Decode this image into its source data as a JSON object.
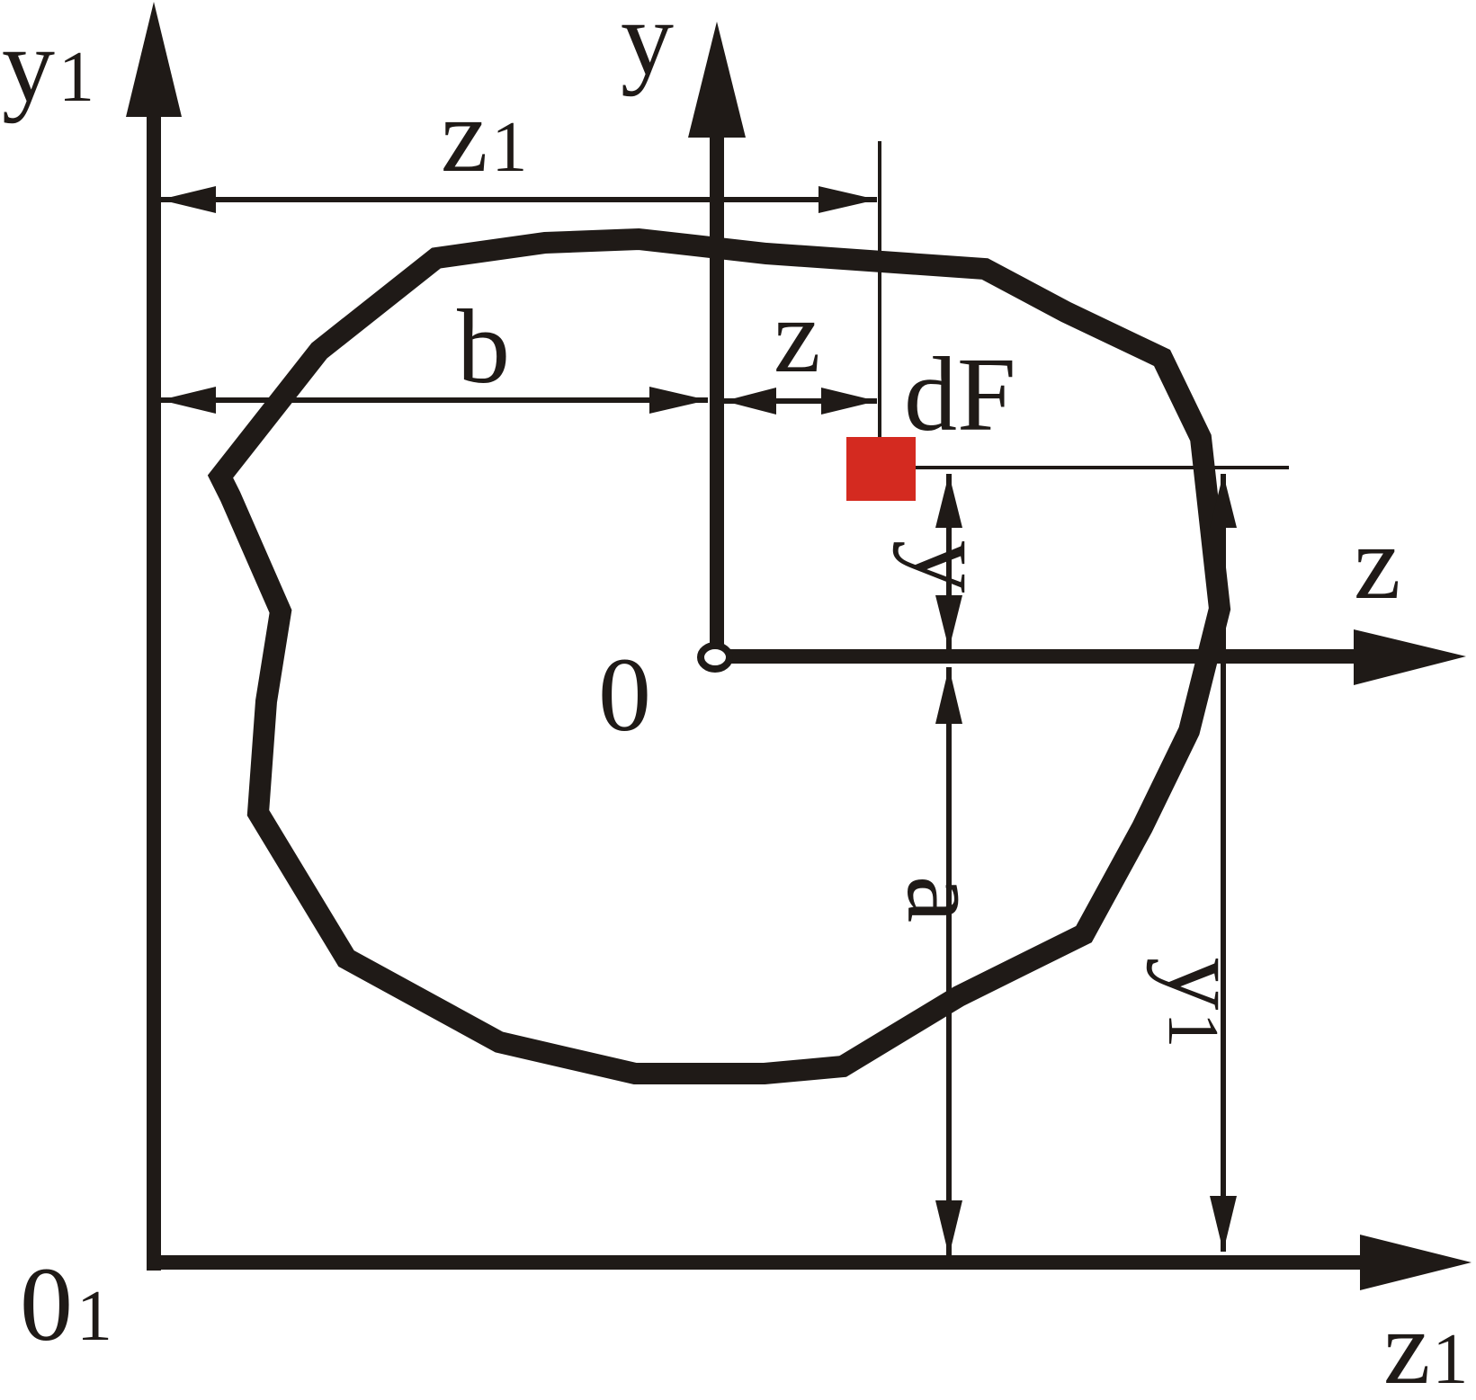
{
  "diagram": {
    "colors": {
      "ink": "#1f1a17",
      "element": "#d42a20",
      "background": "#ffffff"
    },
    "axes": {
      "y1": {
        "main": "y",
        "sub": "1"
      },
      "z1": {
        "main": "z",
        "sub": "1"
      },
      "origin1": {
        "main": "0",
        "sub": "1"
      },
      "y": {
        "main": "y"
      },
      "z": {
        "main": "z"
      },
      "origin": {
        "main": "0"
      }
    },
    "dimensions": {
      "z1": {
        "main": "z",
        "sub": "1"
      },
      "b": "b",
      "z": "z",
      "y": "y",
      "a": "a",
      "y1": {
        "main": "y",
        "sub": "1"
      }
    },
    "element_label": "dF"
  }
}
